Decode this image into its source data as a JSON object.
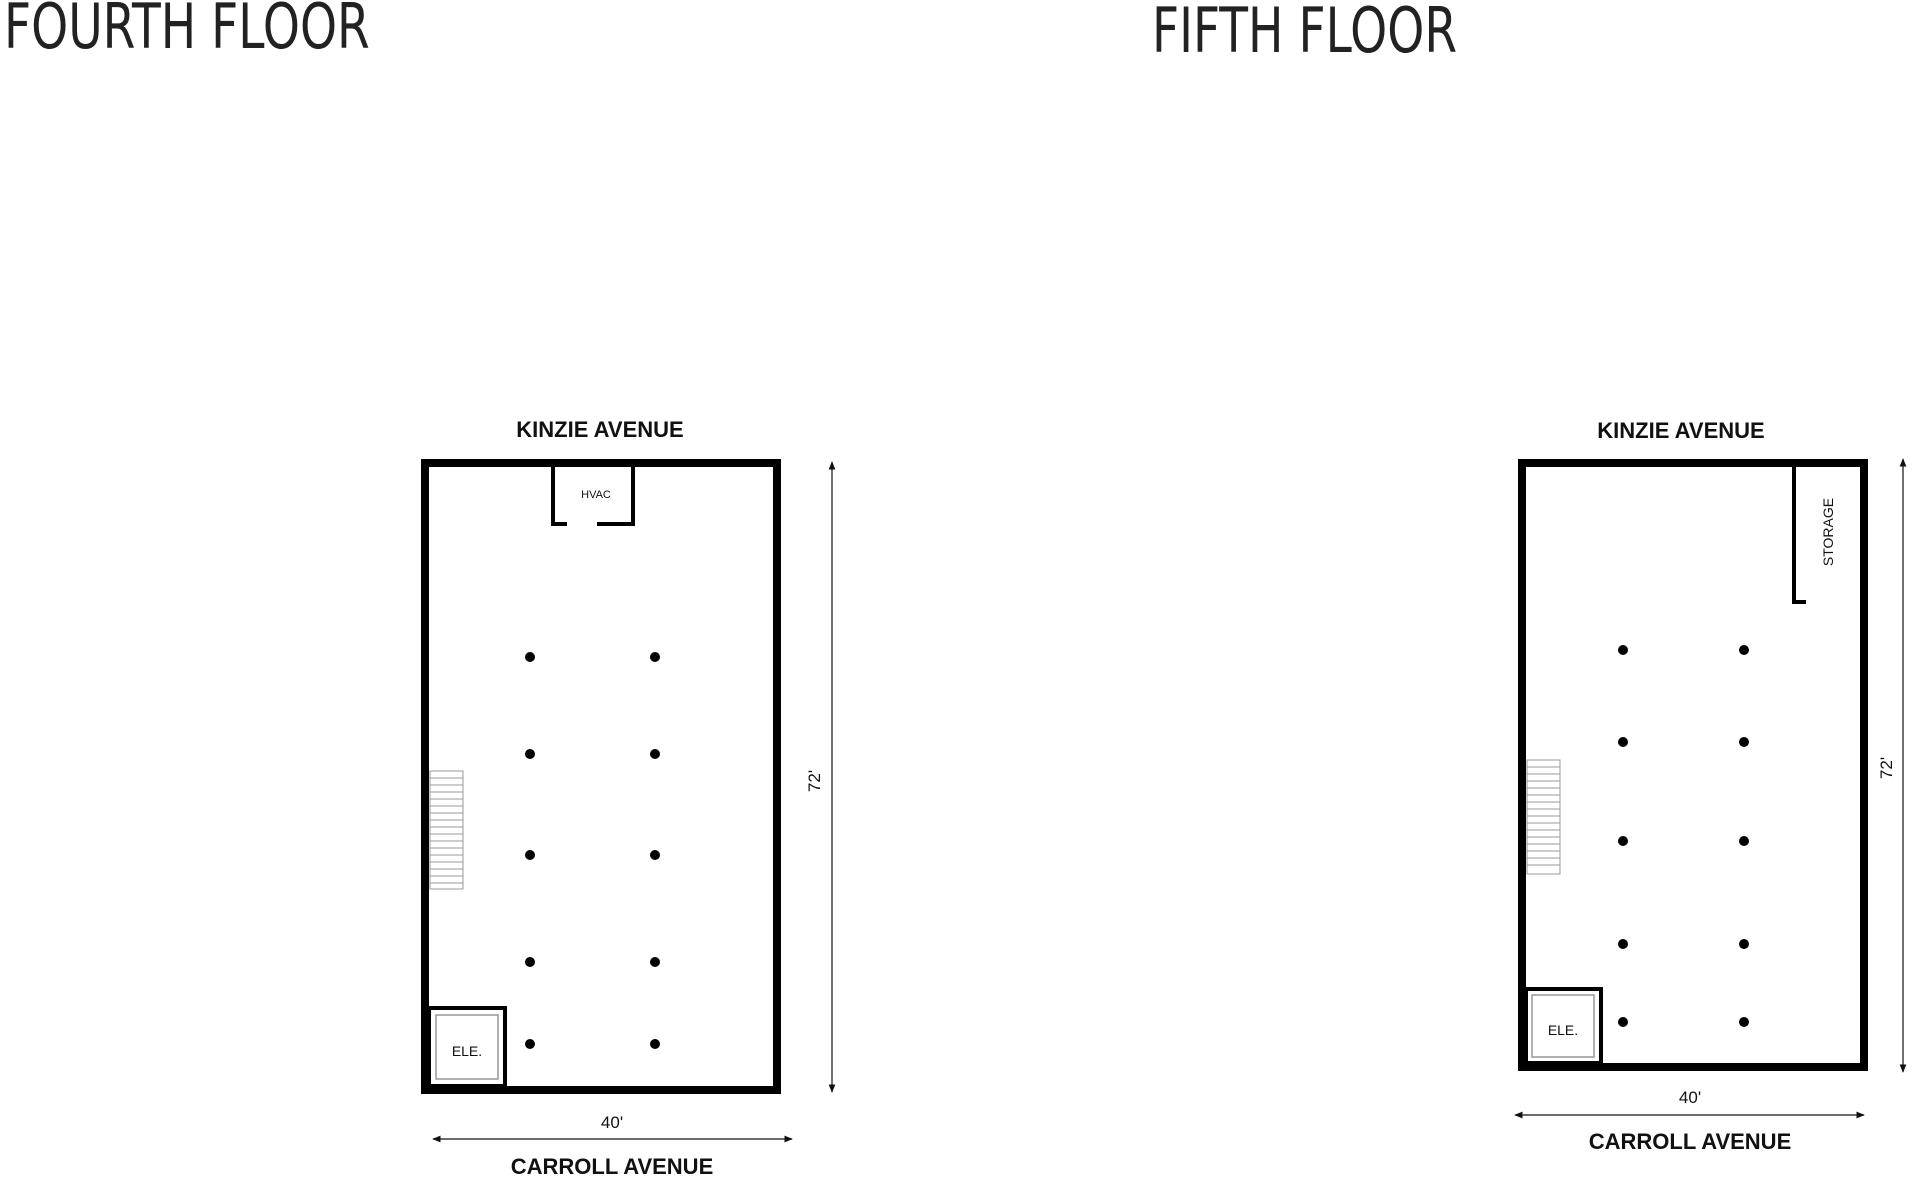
{
  "floors": [
    {
      "title": "FOURTH FLOOR",
      "north_street": "KINZIE AVENUE",
      "south_street": "CARROLL AVENUE",
      "width_label": "40'",
      "depth_label": "72'",
      "rooms": {
        "top": "HVAC",
        "elevator": "ELE."
      }
    },
    {
      "title": "FIFTH FLOOR",
      "north_street": "KINZIE AVENUE",
      "south_street": "CARROLL AVENUE",
      "width_label": "40'",
      "depth_label": "72'",
      "rooms": {
        "top": "STORAGE",
        "elevator": "ELE."
      }
    }
  ]
}
